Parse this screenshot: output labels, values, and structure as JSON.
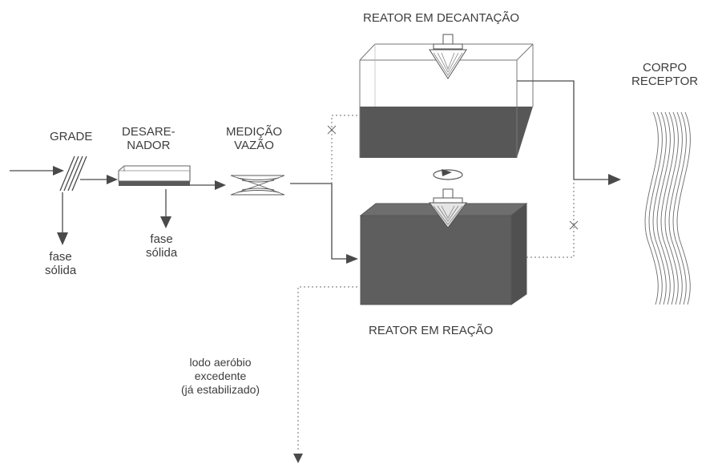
{
  "labels": {
    "grade": "GRADE",
    "desarenador_line1": "DESARE-",
    "desarenador_line2": "NADOR",
    "medicao_line1": "MEDIÇÃO",
    "medicao_line2": "VAZÃO",
    "reator_decantacao": "REATOR EM DECANTAÇÃO",
    "reator_reacao": "REATOR EM REAÇÃO",
    "corpo_line1": "CORPO",
    "corpo_line2": "RECEPTOR",
    "fase1_line1": "fase",
    "fase1_line2": "sólida",
    "fase2_line1": "fase",
    "fase2_line2": "sólida",
    "lodo_line1": "lodo aeróbio",
    "lodo_line2": "excedente",
    "lodo_line3": "(já estabilizado)"
  },
  "colors": {
    "line": "#4a4a4a",
    "tank_fill_dark": "#595959",
    "tank_fill_mid": "#6f6f6f",
    "tank_outline": "#777777",
    "dotted": "#8a8a8a"
  }
}
